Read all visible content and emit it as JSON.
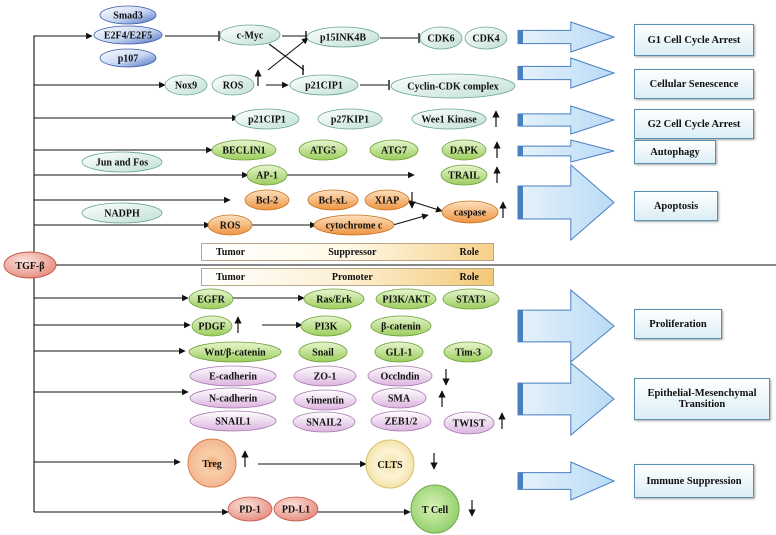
{
  "source": "TGF-β",
  "bands": {
    "suppressor": [
      "Tumor",
      "Suppressor",
      "Role"
    ],
    "promoter": [
      "Tumor",
      "Promoter",
      "Role"
    ]
  },
  "nodes": {
    "smad3": "Smad3",
    "e2f": "E2F4/E2F5",
    "p107": "p107",
    "cmyc": "c-Myc",
    "p15": "p15INK4B",
    "cdk6": "CDK6",
    "cdk4": "CDK4",
    "nox9": "Nox9",
    "ros1": "ROS",
    "p21a": "p21CIP1",
    "cyclin": "Cyclin-CDK complex",
    "p21b": "p21CIP1",
    "p27": "p27KIP1",
    "wee1": "Wee1 Kinase",
    "beclin": "BECLIN1",
    "atg5": "ATG5",
    "atg7": "ATG7",
    "dapk": "DAPK",
    "junfos": "Jun and Fos",
    "ap1": "AP-1",
    "trail": "TRAIL",
    "bcl2": "Bcl-2",
    "bclxl": "Bcl-xL",
    "xiap": "XIAP",
    "caspase": "caspase",
    "nadph": "NADPH",
    "ros2": "ROS",
    "cytc": "cytochrome c",
    "egfr": "EGFR",
    "raserk": "Ras/Erk",
    "pi3kakt": "PI3K/AKT",
    "stat3": "STAT3",
    "pdgf": "PDGF",
    "pi3k": "PI3K",
    "bcat": "β-catenin",
    "wnt": "Wnt/β-catenin",
    "snail": "Snail",
    "gli1": "GLI-1",
    "tim3": "Tim-3",
    "ecad": "E-cadherin",
    "zo1": "ZO-1",
    "occ": "Occlndin",
    "ncad": "N-cadherin",
    "vim": "vimentin",
    "sma": "SMA",
    "snail1": "SNAIL1",
    "snail2": "SNAIL2",
    "zeb": "ZEB1/2",
    "twist": "TWIST",
    "treg": "Treg",
    "clts": "CLTS",
    "pd1": "PD-1",
    "pdl1": "PD-L1",
    "tcell": "T Cell"
  },
  "outcomes": {
    "g1": "G1  Cell Cycle Arrest",
    "senescence": "Cellular Senescence",
    "g2": "G2 Cell Cycle Arrest",
    "autophagy": "Autophagy",
    "apoptosis": "Apoptosis",
    "proliferation": "Proliferation",
    "emt": "Epithelial-Mesenchymal Transition",
    "immune": "Immune Suppression"
  },
  "colors": {
    "blue_oval": "#5b7fc9",
    "teal_oval": "#cfe8df",
    "green_oval": "#b4dd7c",
    "orange_oval": "#f2a75b",
    "pink_oval": "#e8c8ea",
    "red_oval": "#e88a7f",
    "arrow_fill": "#cfe6f8",
    "arrow_edge": "#4a7fc1",
    "outcome_fill": "#dbeef6"
  }
}
